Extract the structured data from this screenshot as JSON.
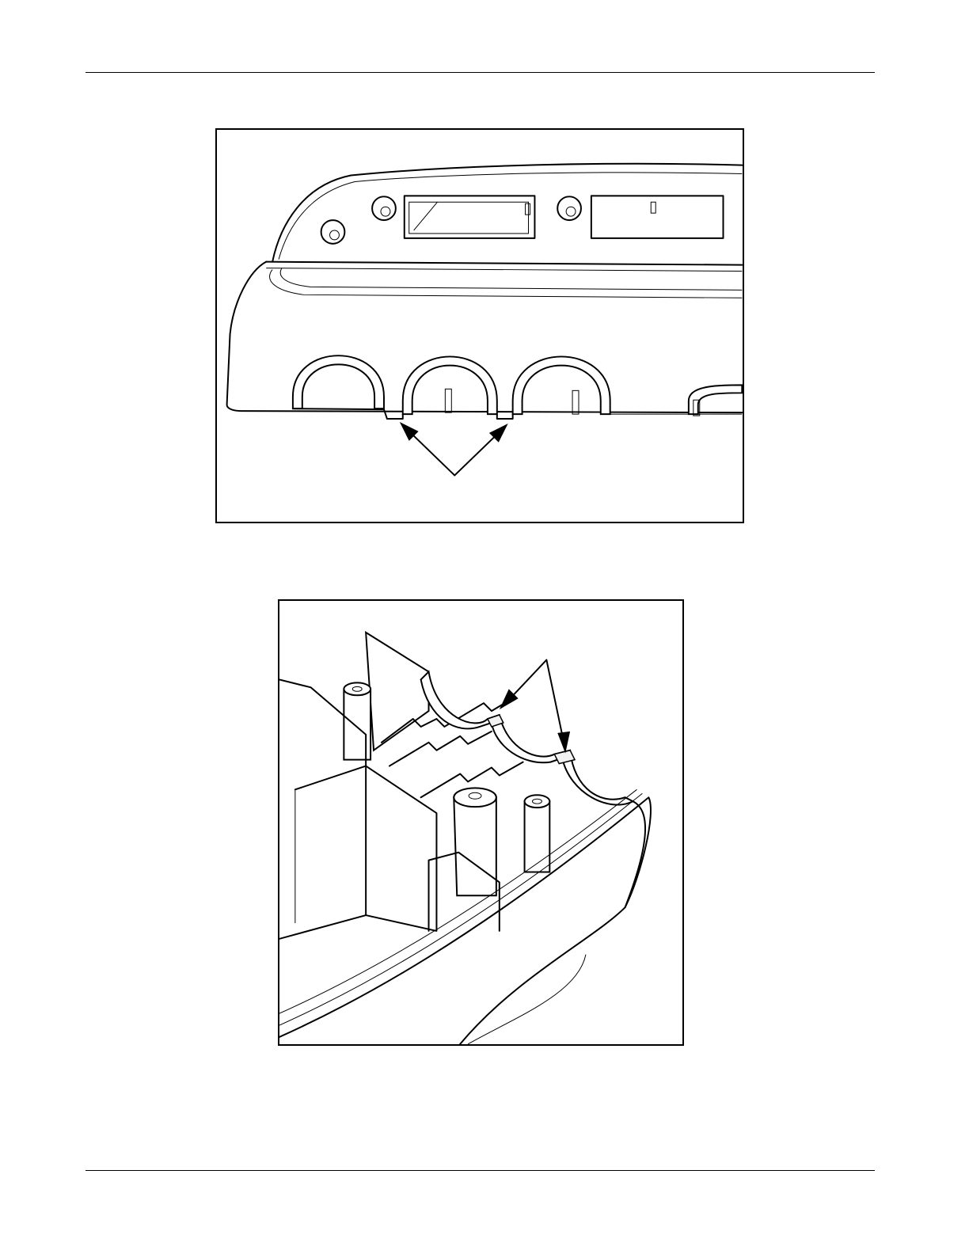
{
  "page": {
    "header_rule": true,
    "footer_rule": true
  },
  "figures": [
    {
      "id": "figure-1",
      "description_icon": "housing-side-view-illustration",
      "arrow_count": 2,
      "arrow_color": "#000000"
    },
    {
      "id": "figure-2",
      "description_icon": "housing-interior-illustration",
      "arrow_count": 2,
      "arrow_color": "#000000"
    }
  ]
}
